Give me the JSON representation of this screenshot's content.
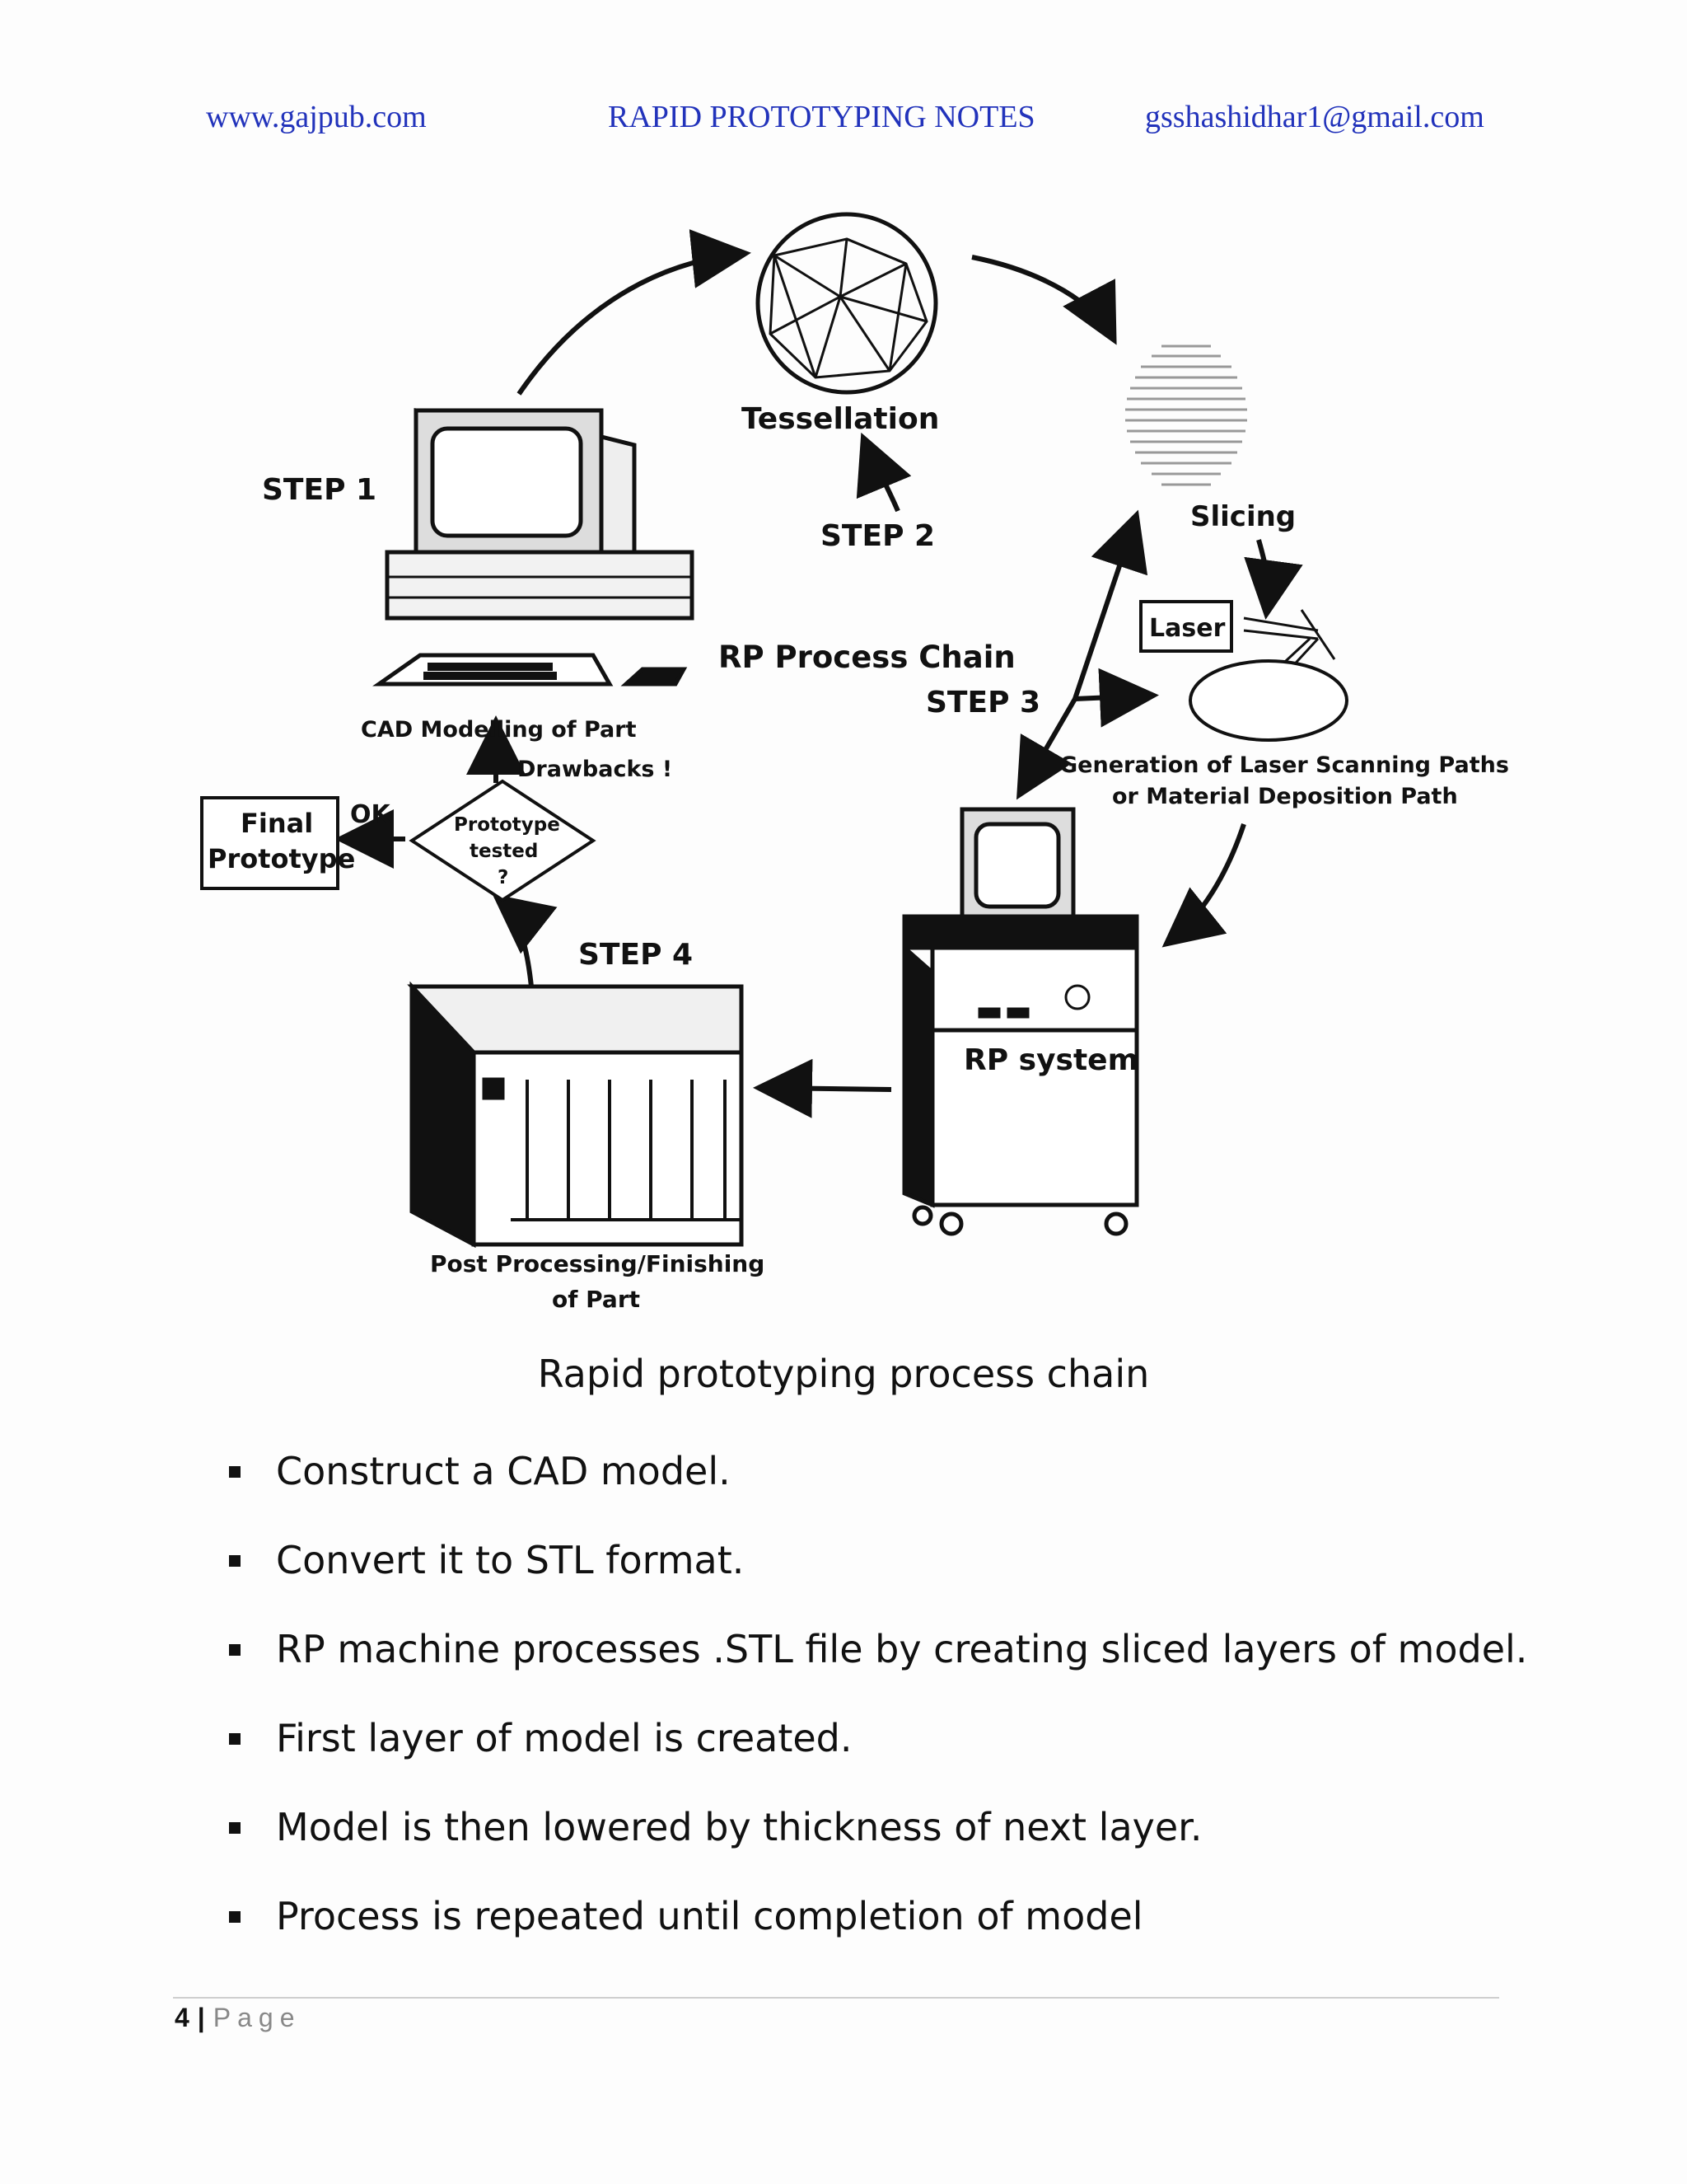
{
  "header": {
    "left": "www.gajpub.com",
    "center": "RAPID PROTOTYPING NOTES",
    "right": "gsshashidhar1@gmail.com"
  },
  "diagram": {
    "step1": "STEP 1",
    "step2": "STEP 2",
    "step3": "STEP 3",
    "step4": "STEP 4",
    "tessellation": "Tessellation",
    "slicing": "Slicing",
    "laser": "Laser",
    "chain_title": "RP Process Chain",
    "cad": "CAD Modelling of Part",
    "drawbacks": "Drawbacks !",
    "ok": "OK",
    "final_line1": "Final",
    "final_line2": "Prototype",
    "decision_line1": "Prototype",
    "decision_line2": "tested",
    "decision_line3": "?",
    "laser_paths_line1": "Generation of Laser Scanning Paths",
    "laser_paths_line2": "or Material Deposition Path",
    "rp_system": "RP system",
    "post_line1": "Post Processing/Finishing",
    "post_line2": "of Part"
  },
  "caption": "Rapid prototyping process chain",
  "bullets": [
    "Construct a CAD model.",
    "Convert it to STL format.",
    "RP machine processes .STL file by creating sliced layers of model.",
    "First layer of model is created.",
    "Model is then lowered by thickness of next layer.",
    "Process is repeated until completion of model"
  ],
  "footer": {
    "page_number": "4",
    "separator": "|",
    "page_label": "Page"
  }
}
